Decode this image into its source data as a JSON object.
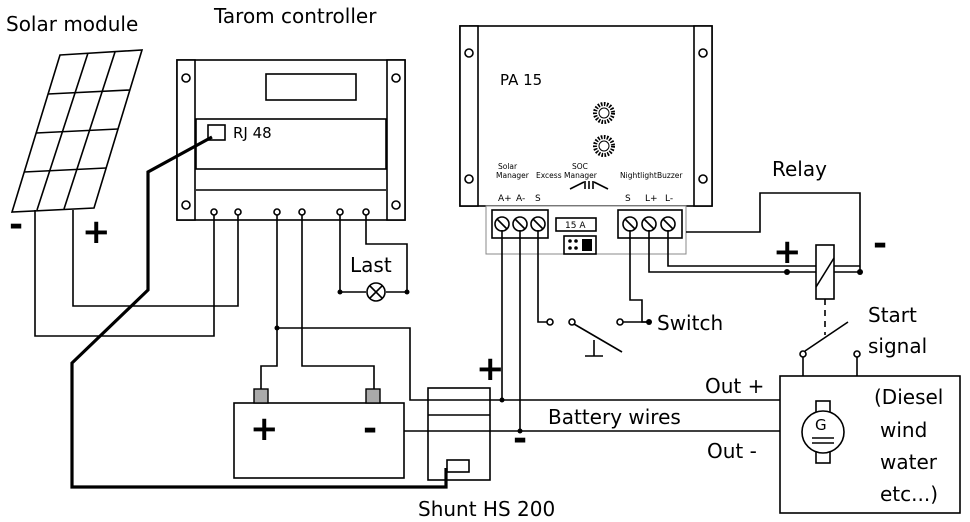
{
  "labels": {
    "solar_module": "Solar module",
    "tarom_controller": "Tarom controller",
    "rj48": "RJ 48",
    "last": "Last",
    "pa15": "PA 15",
    "solar_manager": [
      "Solar",
      "Manager"
    ],
    "excess": "Excess",
    "soc_manager": [
      "SOC",
      "Manager"
    ],
    "nightlight": "Nightlight",
    "buzzer": "Buzzer",
    "pins": [
      "A+",
      "A-",
      "S",
      "S",
      "L+",
      "L-"
    ],
    "fuse": "15 A",
    "relay": "Relay",
    "switch": "Switch",
    "start_signal": [
      "Start",
      "signal"
    ],
    "out_plus": "Out +",
    "out_minus": "Out -",
    "battery_wires": "Battery wires",
    "shunt": "Shunt HS 200",
    "generator_symbol": "G",
    "generator_text": [
      "(Diesel",
      "wind",
      "water",
      "etc...)"
    ]
  },
  "signs": {
    "solar_minus": "-",
    "solar_plus": "+",
    "battery_plus": "+",
    "battery_minus": "-",
    "shunt_plus": "+",
    "shunt_minus": "-",
    "relay_plus": "+",
    "relay_minus": "-"
  }
}
